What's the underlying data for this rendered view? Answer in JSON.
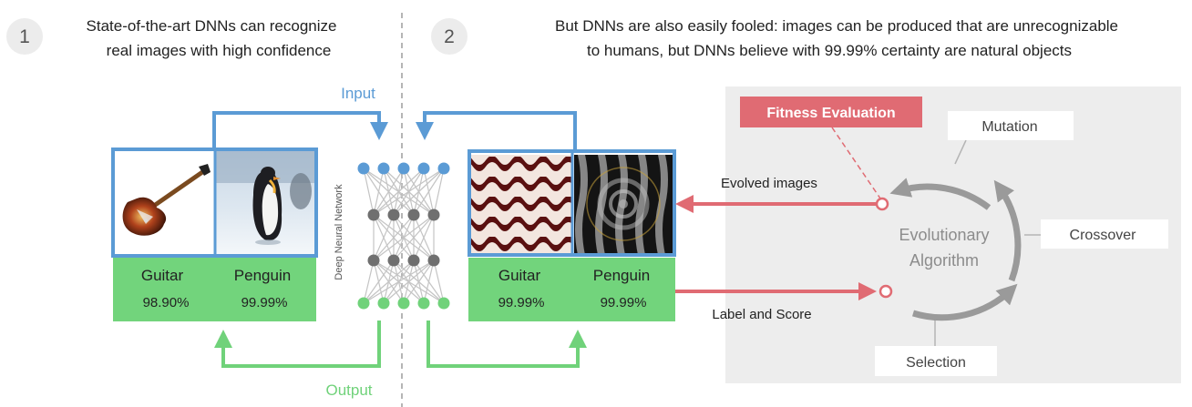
{
  "panel1": {
    "number": "1",
    "heading_line1": "State-of-the-art DNNs can recognize",
    "heading_line2": "real images with high confidence",
    "labels": [
      {
        "name": "Guitar",
        "score": "98.90%"
      },
      {
        "name": "Penguin",
        "score": "99.99%"
      }
    ]
  },
  "panel2": {
    "number": "2",
    "heading_line1": "But DNNs are also easily fooled: images can be produced that are unrecognizable",
    "heading_line2": "to humans, but DNNs believe with 99.99% certainty are natural objects",
    "labels": [
      {
        "name": "Guitar",
        "score": "99.99%"
      },
      {
        "name": "Penguin",
        "score": "99.99%"
      }
    ]
  },
  "network": {
    "input_label": "Input",
    "output_label": "Output",
    "vertical_label": "Deep Neural Network"
  },
  "evolution": {
    "fitness_label": "Fitness Evaluation",
    "evolved_images_label": "Evolved images",
    "label_and_score_label": "Label and Score",
    "center_line1": "Evolutionary",
    "center_line2": "Algorithm",
    "mutation": "Mutation",
    "crossover": "Crossover",
    "selection": "Selection"
  },
  "colors": {
    "blue": "#5b9bd5",
    "green": "#70d27a",
    "label_fill": "#72d47c",
    "red": "#e06b73",
    "gray_panel": "#ededed",
    "node_gray": "#6f6f6f"
  },
  "icons": {
    "guitar": "electric-guitar-photo",
    "penguin": "penguin-photo",
    "fooling_guitar": "striped-pattern-image",
    "fooling_penguin": "ripple-pattern-image"
  }
}
